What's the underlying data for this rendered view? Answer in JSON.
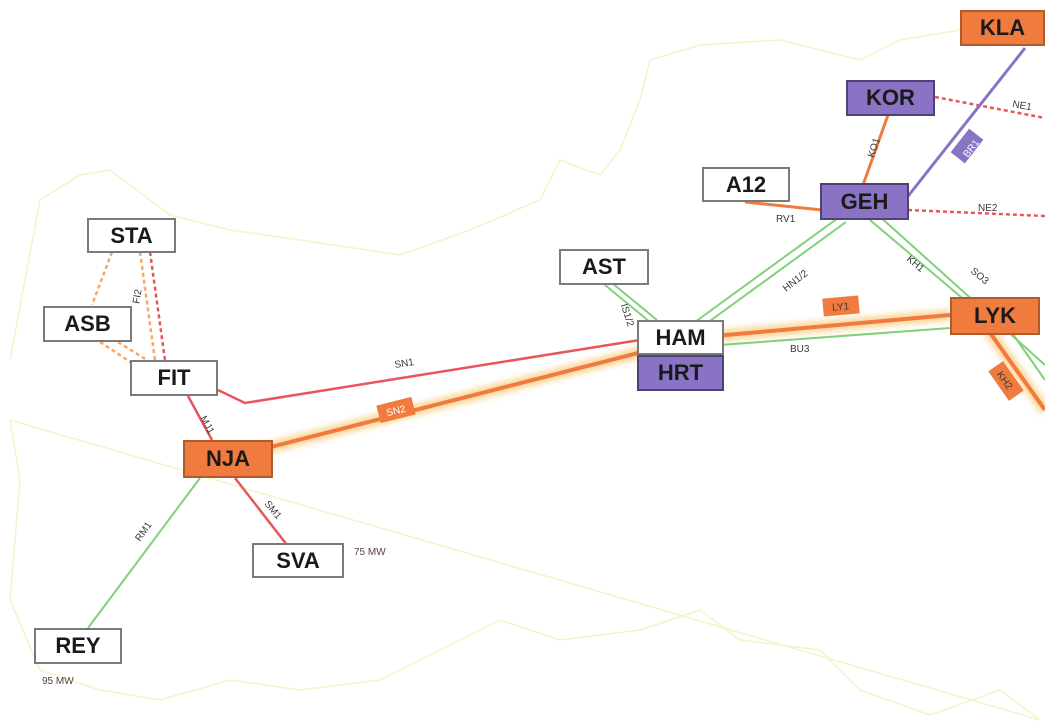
{
  "colors": {
    "red": "#e8565c",
    "green": "#7fd17a",
    "orange": "#f07b3f",
    "purple": "#8a73c4",
    "outline": "#f4f4c8",
    "orange_glow": "#fcd9a0"
  },
  "nodes": {
    "kla": "KLA",
    "kor": "KOR",
    "a12": "A12",
    "geh": "GEH",
    "sta": "STA",
    "ast": "AST",
    "asb": "ASB",
    "ham": "HAM",
    "lyk": "LYK",
    "hrt": "HRT",
    "fit": "FIT",
    "nja": "NJA",
    "sva": "SVA",
    "rey": "REY"
  },
  "line_labels": {
    "ne1": "NE1",
    "br1": "BR1",
    "ko1": "KO1",
    "rv1": "RV1",
    "ne2": "NE2",
    "hn12": "HN1/2",
    "kh1": "KH1",
    "so3": "SO3",
    "is12": "IS1/2",
    "ly1": "LY1",
    "bu3": "BU3",
    "kh2": "KH2",
    "fi2": "FI2",
    "sn1": "SN1",
    "sn2": "SN2",
    "mj1": "MJ1",
    "sm1": "SM1",
    "rm1": "RM1"
  },
  "notes": {
    "sva_capacity": "75 MW",
    "rey_capacity": "95 MW"
  }
}
